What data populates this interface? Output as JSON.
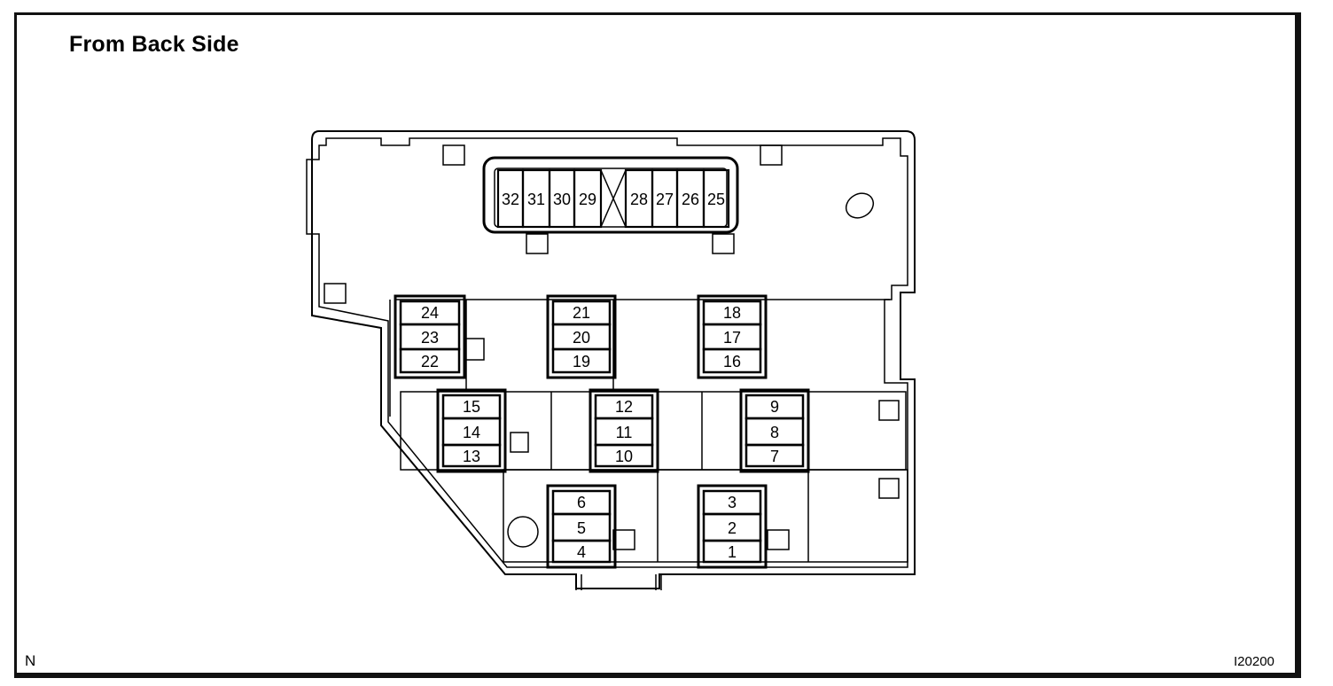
{
  "header": {
    "title": "From Back Side"
  },
  "footer": {
    "left_mark": "N",
    "figure_code": "I20200"
  },
  "fuse_box": {
    "top_connector_labels_left": [
      "32",
      "31",
      "30",
      "29"
    ],
    "top_connector_labels_right": [
      "28",
      "27",
      "26",
      "25"
    ],
    "blocks": [
      {
        "name": "block-24-22",
        "labels": [
          "24",
          "23",
          "22"
        ]
      },
      {
        "name": "block-21-19",
        "labels": [
          "21",
          "20",
          "19"
        ]
      },
      {
        "name": "block-18-16",
        "labels": [
          "18",
          "17",
          "16"
        ]
      },
      {
        "name": "block-15-13",
        "labels": [
          "15",
          "14",
          "13"
        ]
      },
      {
        "name": "block-12-10",
        "labels": [
          "12",
          "11",
          "10"
        ]
      },
      {
        "name": "block-9-7",
        "labels": [
          "9",
          "8",
          "7"
        ]
      },
      {
        "name": "block-6-4",
        "labels": [
          "6",
          "5",
          "4"
        ]
      },
      {
        "name": "block-3-1",
        "labels": [
          "3",
          "2",
          "1"
        ]
      }
    ]
  }
}
